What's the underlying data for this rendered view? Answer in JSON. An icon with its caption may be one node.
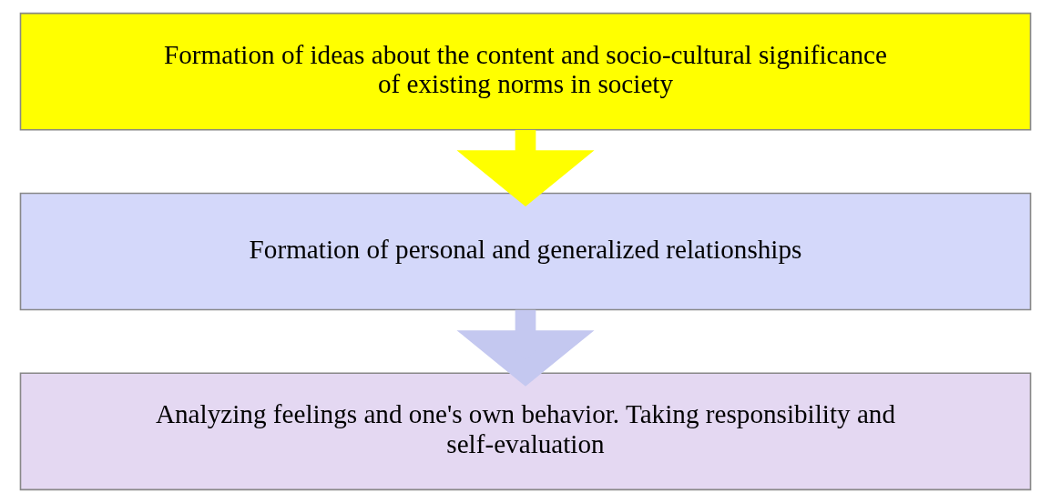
{
  "diagram": {
    "nodes": [
      {
        "text": [
          "Formation of ideas about the content and socio-cultural significance of existing norms in society"
        ]
      },
      {
        "text": [
          "Formation of personal and generalized relationships"
        ]
      },
      {
        "text": [
          "Analyzing feelings and one's own behavior. Taking responsibility and self-evaluation"
        ]
      }
    ],
    "edges": [
      {
        "from": 0,
        "to": 1,
        "arrow": "to",
        "color": "#ffff00"
      },
      {
        "from": 1,
        "to": 2,
        "arrow": "to",
        "color": "#c4c8f0"
      }
    ]
  }
}
